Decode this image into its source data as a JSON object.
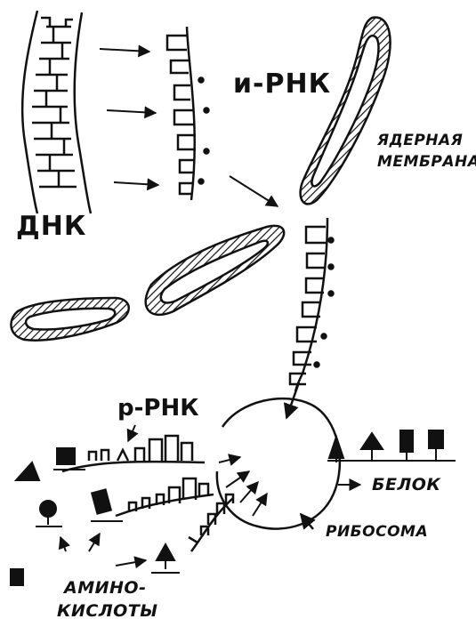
{
  "labels": {
    "dna": "ДНК",
    "mrna": "и-РНК",
    "nuclear_membrane_1": "ЯДЕРНАЯ",
    "nuclear_membrane_2": "МЕМБРАНА",
    "rrna": "р-РНК",
    "protein": "БЕЛОК",
    "ribosome": "РИБОСОМА",
    "amino_acids_1": "АМИНО-",
    "amino_acids_2": "КИСЛОТЫ"
  },
  "colors": {
    "ink": "#111111",
    "background": "#ffffff"
  }
}
